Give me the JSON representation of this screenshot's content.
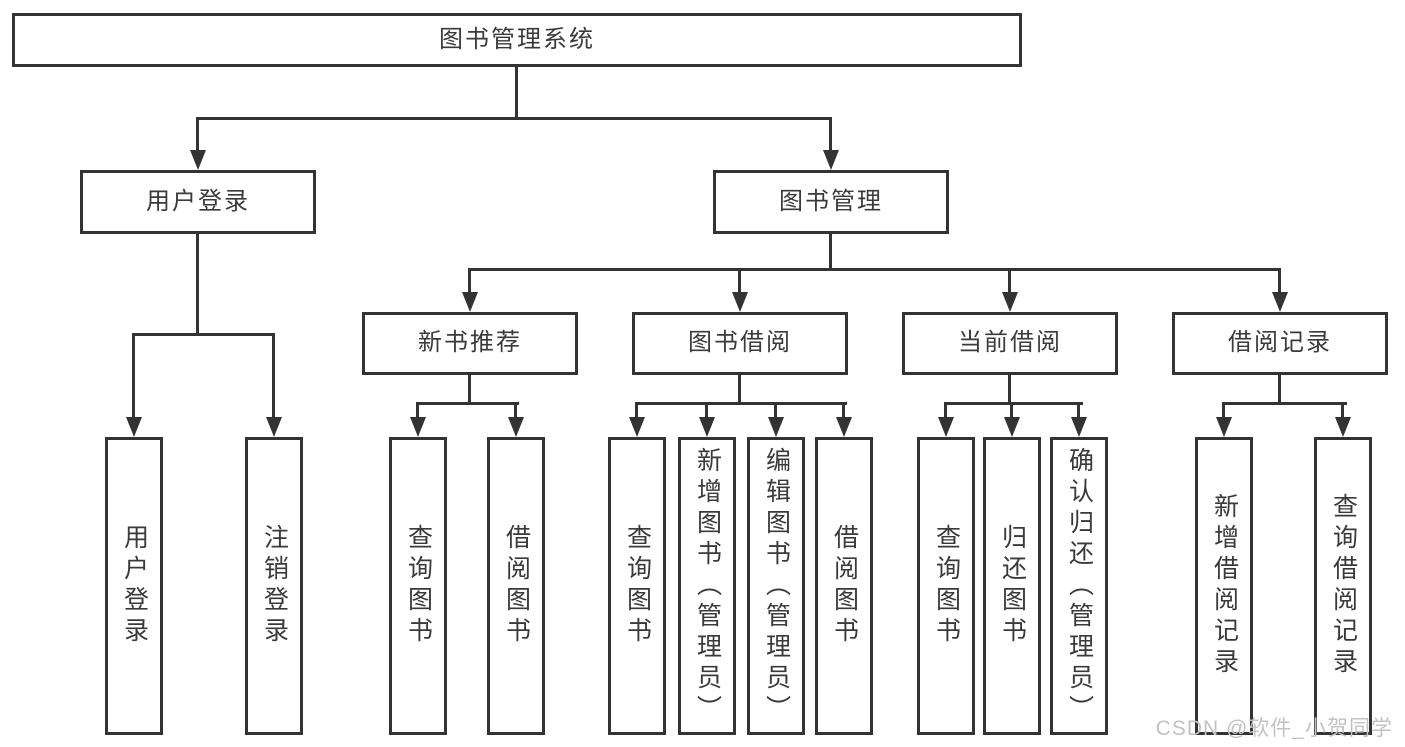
{
  "tree": {
    "root": {
      "label": "图书管理系统"
    },
    "level2": [
      {
        "label": "用户登录"
      },
      {
        "label": "图书管理"
      }
    ],
    "level3": [
      {
        "label": "新书推荐"
      },
      {
        "label": "图书借阅"
      },
      {
        "label": "当前借阅"
      },
      {
        "label": "借阅记录"
      }
    ],
    "leaves": [
      {
        "group": "用户登录",
        "label": "用户登录"
      },
      {
        "group": "用户登录",
        "label": "注销登录"
      },
      {
        "group": "新书推荐",
        "label": "查询图书"
      },
      {
        "group": "新书推荐",
        "label": "借阅图书"
      },
      {
        "group": "图书借阅",
        "label": "查询图书"
      },
      {
        "group": "图书借阅",
        "label": "新增图书（管理员）"
      },
      {
        "group": "图书借阅",
        "label": "编辑图书（管理员）"
      },
      {
        "group": "图书借阅",
        "label": "借阅图书"
      },
      {
        "group": "当前借阅",
        "label": "查询图书"
      },
      {
        "group": "当前借阅",
        "label": "归还图书"
      },
      {
        "group": "当前借阅",
        "label": "确认归还（管理员）"
      },
      {
        "group": "借阅记录",
        "label": "新增借阅记录"
      },
      {
        "group": "借阅记录",
        "label": "查询借阅记录"
      }
    ]
  },
  "watermark": {
    "text": "CSDN @软件_小贺同学"
  },
  "colors": {
    "line": "#333333",
    "box_border": "#333333",
    "text": "#3a3a3a",
    "watermark": "#c2c2c2",
    "background": "#ffffff"
  }
}
